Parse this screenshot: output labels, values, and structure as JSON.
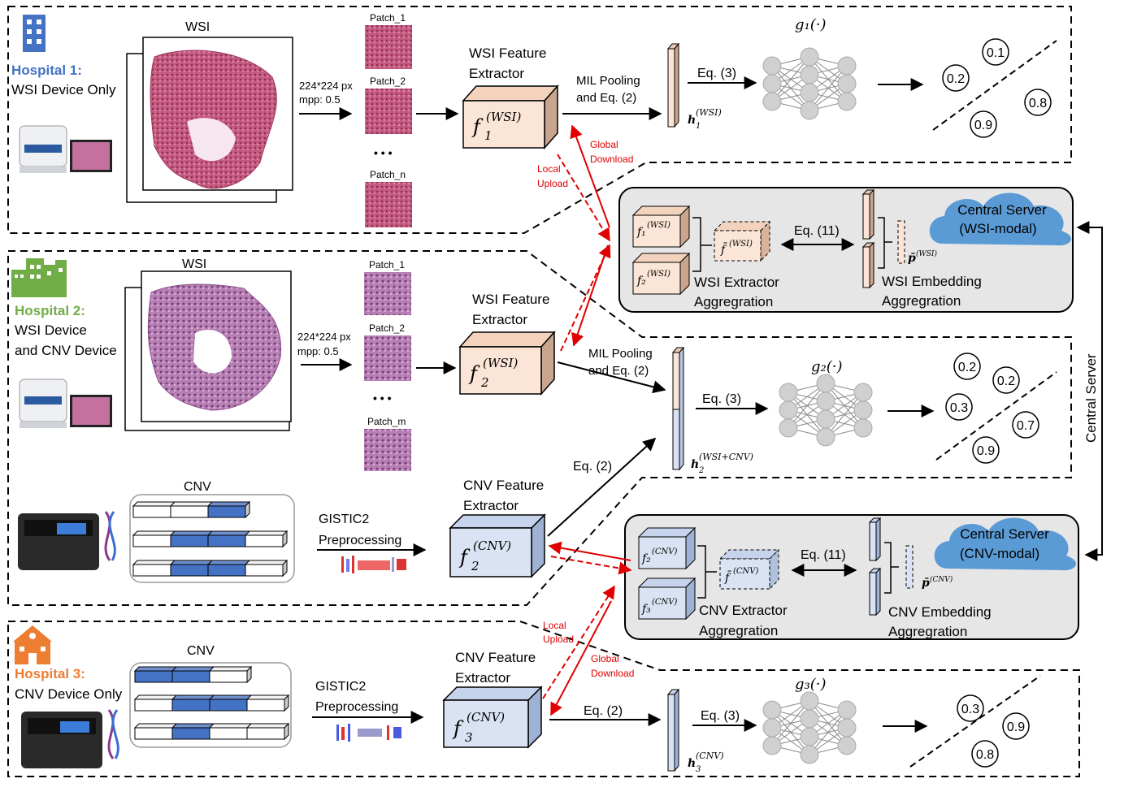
{
  "colors": {
    "hospital1": "#4472c4",
    "hospital2": "#70ad47",
    "hospital3": "#ed7d31",
    "wsi_box": "#fbe5d6",
    "cnv_box": "#dae3f3",
    "server_bg": "#e7e6e6",
    "cloud": "#5b9bd5",
    "arrow_red": "#e00000"
  },
  "icons": {
    "h1": "hospital-building-icon",
    "h2": "hospital-buildings-icon",
    "h3": "hospital-school-icon",
    "scanner": "wsi-scanner-device-icon",
    "sequencer": "cnv-sequencer-device-icon",
    "network": "neural-network-icon"
  },
  "h1": {
    "name": "Hospital 1:",
    "desc": "WSI Device Only",
    "wsi_label": "WSI",
    "patch_spec1": "224*224 px",
    "patch_spec2": "mpp: 0.5",
    "patch_a": "Patch_1",
    "patch_b": "Patch_2",
    "dots": "• • •",
    "patch_n": "Patch_n",
    "extractor1": "WSI Feature",
    "extractor2": "Extractor",
    "f_base": "f",
    "f_sub": "1",
    "f_sup": "(WSI)",
    "mil1": "MIL Pooling",
    "mil2": "and Eq. (2)",
    "eq3": "Eq. (3)",
    "h_sym": "h",
    "h_sub": "1",
    "h_sup": "(WSI)",
    "g": "g₁(·)",
    "p1": "0.1",
    "p2": "0.2",
    "p3": "0.8",
    "p4": "0.9",
    "local1": "Local",
    "local2": "Upload",
    "global1": "Global",
    "global2": "Download"
  },
  "h2": {
    "name": "Hospital 2:",
    "desc1": "WSI Device",
    "desc2": "and CNV Device",
    "wsi_label": "WSI",
    "patch_spec1": "224*224 px",
    "patch_spec2": "mpp: 0.5",
    "patch_a": "Patch_1",
    "patch_b": "Patch_2",
    "dots": "• • •",
    "patch_m": "Patch_m",
    "extractor1": "WSI Feature",
    "extractor2": "Extractor",
    "f_base": "f",
    "f_sub": "2",
    "f_sup": "(WSI)",
    "mil1": "MIL Pooling",
    "mil2": "and Eq. (2)",
    "cnv_label": "CNV",
    "gistic1": "GISTIC2",
    "gistic2": "Preprocessing",
    "cnv_ext1": "CNV Feature",
    "cnv_ext2": "Extractor",
    "fc_base": "f",
    "fc_sub": "2",
    "fc_sup": "(CNV)",
    "eq2": "Eq. (2)",
    "eq3": "Eq. (3)",
    "h_sym": "h",
    "h_sub": "2",
    "h_sup": "(WSI+CNV)",
    "g": "g₂(·)",
    "p1": "0.2",
    "p2": "0.2",
    "p3": "0.3",
    "p4": "0.7",
    "p5": "0.9"
  },
  "h3": {
    "name": "Hospital 3:",
    "desc": "CNV Device Only",
    "cnv_label": "CNV",
    "gistic1": "GISTIC2",
    "gistic2": "Preprocessing",
    "cnv_ext1": "CNV Feature",
    "cnv_ext2": "Extractor",
    "f_base": "f",
    "f_sub": "3",
    "f_sup": "(CNV)",
    "eq2": "Eq. (2)",
    "eq3": "Eq. (3)",
    "h_sym": "h",
    "h_sub": "3",
    "h_sup": "(CNV)",
    "g": "g₃(·)",
    "p1": "0.3",
    "p2": "0.9",
    "p3": "0.8",
    "local1": "Local",
    "local2": "Upload",
    "global1": "Global",
    "global2": "Download"
  },
  "server_wsi": {
    "cloud1": "Central Server",
    "cloud2": "(WSI-modal)",
    "f1": "f₁",
    "f1sup": "(WSI)",
    "f2": "f₂",
    "f2sup": "(WSI)",
    "fbar": "f̄",
    "fbarsup": "(WSI)",
    "eq11": "Eq. (11)",
    "pbar": "p̄",
    "pbarsup": "(WSI)",
    "agg1a": "WSI Extractor",
    "agg1b": "Aggregration",
    "agg2a": "WSI Embedding",
    "agg2b": "Aggregration"
  },
  "server_cnv": {
    "cloud1": "Central Server",
    "cloud2": "(CNV-modal)",
    "f1": "f₂",
    "f1sup": "(CNV)",
    "f2": "f₃",
    "f2sup": "(CNV)",
    "fbar": "f̄",
    "fbarsup": "(CNV)",
    "eq11": "Eq. (11)",
    "pbar": "p̄",
    "pbarsup": "(CNV)",
    "agg1a": "CNV Extractor",
    "agg1b": "Aggregration",
    "agg2a": "CNV Embedding",
    "agg2b": "Aggregration"
  },
  "central": "Central Server"
}
